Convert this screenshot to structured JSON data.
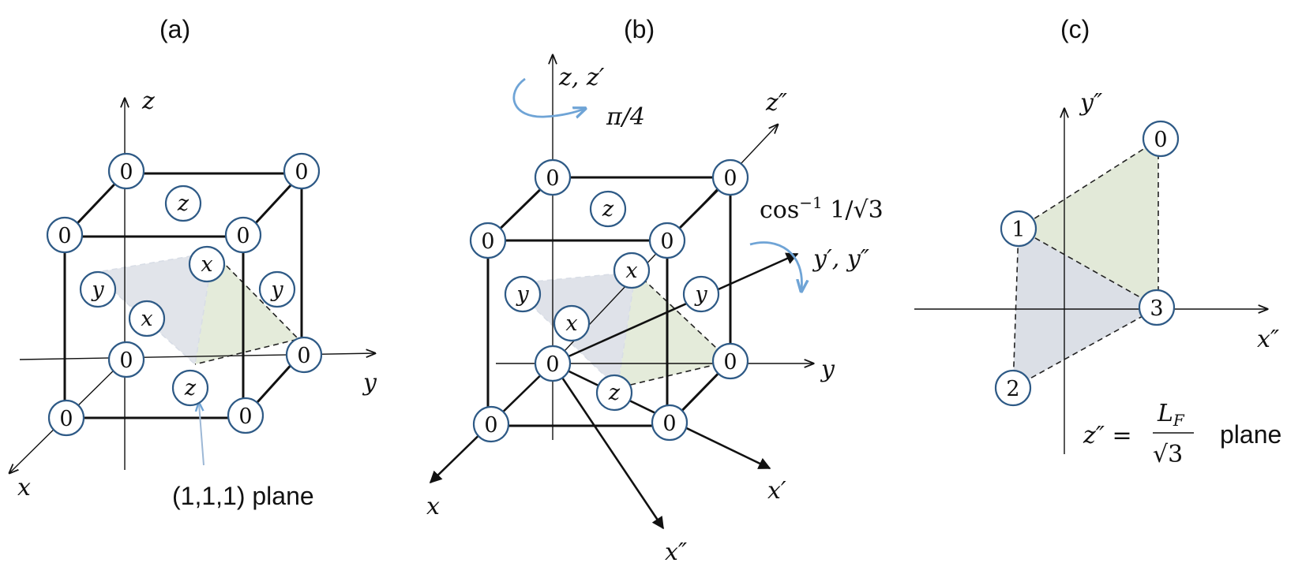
{
  "panels": {
    "a": {
      "label": "(a)",
      "axes": {
        "z": "z",
        "y": "y",
        "x": "x"
      },
      "corner_values": [
        "0",
        "0",
        "0",
        "0",
        "0",
        "0",
        "0",
        "0"
      ],
      "face_labels": {
        "top": "z",
        "left_back": "y",
        "right": "y",
        "front_x": "x",
        "top_x": "x",
        "bottom_z": "z"
      },
      "plane_caption": "(1,1,1) plane",
      "colors": {
        "gray_face": "#d7dbe3",
        "green_face": "#dfe7d4"
      }
    },
    "b": {
      "label": "(b)",
      "axes": {
        "zz": "z, z′",
        "zpp": "z″",
        "ypp": "y′, y″",
        "y": "y",
        "x": "x",
        "xp": "x′",
        "xpp": "x″"
      },
      "rotation_1": "π/4",
      "rotation_2_prefix": "cos",
      "rotation_2_exp": "−1",
      "rotation_2_suffix": " 1/√3",
      "corner_values": [
        "0",
        "0",
        "0",
        "0",
        "0",
        "0",
        "0",
        "0"
      ],
      "face_labels": {
        "top": "z",
        "left_back": "y",
        "right": "y",
        "front_x": "x",
        "top_x": "x",
        "bottom_z": "z"
      }
    },
    "c": {
      "label": "(c)",
      "axes": {
        "ypp": "y″",
        "xpp": "x″"
      },
      "node_labels": [
        "0",
        "1",
        "3",
        "2"
      ],
      "plane_eq_lhs": "z″ =",
      "plane_eq_num": "L",
      "plane_eq_num_sub": "F",
      "plane_eq_den": "√3",
      "plane_word": "plane"
    }
  }
}
